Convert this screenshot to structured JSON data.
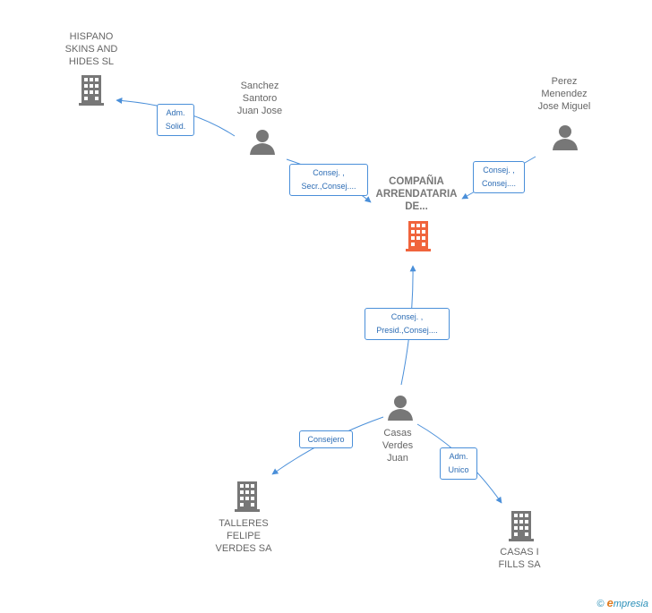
{
  "nodes": {
    "main": {
      "label": "COMPAÑIA\nARRENDATARIA\nDE...",
      "type": "company",
      "color": "#f0643c"
    },
    "hispano": {
      "label": "HISPANO\nSKINS AND\nHIDES SL",
      "type": "company",
      "color": "#777777"
    },
    "sanchez": {
      "label": "Sanchez\nSantoro\nJuan Jose",
      "type": "person",
      "color": "#777777"
    },
    "perez": {
      "label": "Perez\nMenendez\nJose Miguel",
      "type": "person",
      "color": "#777777"
    },
    "casas_juan": {
      "label": "Casas\nVerdes\nJuan",
      "type": "person",
      "color": "#777777"
    },
    "talleres": {
      "label": "TALLERES\nFELIPE\nVERDES SA",
      "type": "company",
      "color": "#777777"
    },
    "casas_fills": {
      "label": "CASAS I\nFILLS SA",
      "type": "company",
      "color": "#777777"
    }
  },
  "edges": {
    "sanchez_hispano": {
      "label": "Adm.\nSolid."
    },
    "sanchez_main": {
      "label": "Consej. ,\nSecr.,Consej...."
    },
    "perez_main": {
      "label": "Consej. ,\nConsej...."
    },
    "casas_main": {
      "label": "Consej. ,\nPresid.,Consej...."
    },
    "casas_talleres": {
      "label": "Consejero"
    },
    "casas_fills": {
      "label": "Adm.\nUnico"
    }
  },
  "colors": {
    "edge": "#4a8fd9",
    "edge_label_text": "#2d6db5",
    "main_company": "#f0643c",
    "node": "#777777"
  },
  "footer": {
    "copyright": "©",
    "e_letter": "e",
    "brand_rest": "mpresia"
  }
}
